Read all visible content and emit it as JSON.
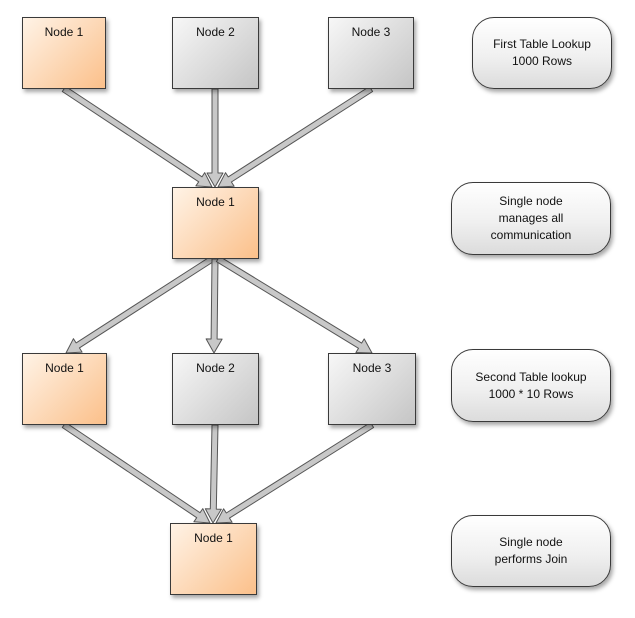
{
  "diagram": {
    "nodes": {
      "top1": "Node 1",
      "top2": "Node 2",
      "top3": "Node 3",
      "coordinator": "Node 1",
      "mid1": "Node 1",
      "mid2": "Node 2",
      "mid3": "Node 3",
      "join": "Node 1"
    },
    "notes": {
      "first_lookup": [
        "First Table Lookup",
        "1000 Rows"
      ],
      "single_node_comm": [
        "Single node",
        "manages all",
        "communication"
      ],
      "second_lookup": [
        "Second Table lookup",
        "1000 * 10 Rows"
      ],
      "single_node_join": [
        "Single node",
        "performs Join"
      ]
    },
    "colors": {
      "coordinator_node": "#fbc08a",
      "worker_node": "#c5c5c5",
      "arrow_fill": "#c8c8c8",
      "outline": "#3a3a3a"
    }
  }
}
